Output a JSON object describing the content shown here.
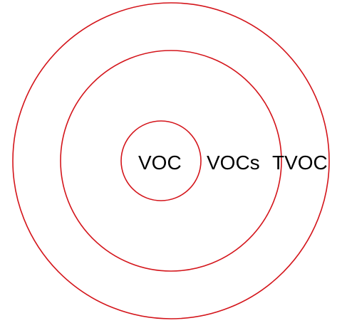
{
  "diagram": {
    "stroke_color": "#d4151b",
    "rings": [
      {
        "label": "VOC"
      },
      {
        "label": "VOCs"
      },
      {
        "label": "TVOC"
      }
    ]
  }
}
